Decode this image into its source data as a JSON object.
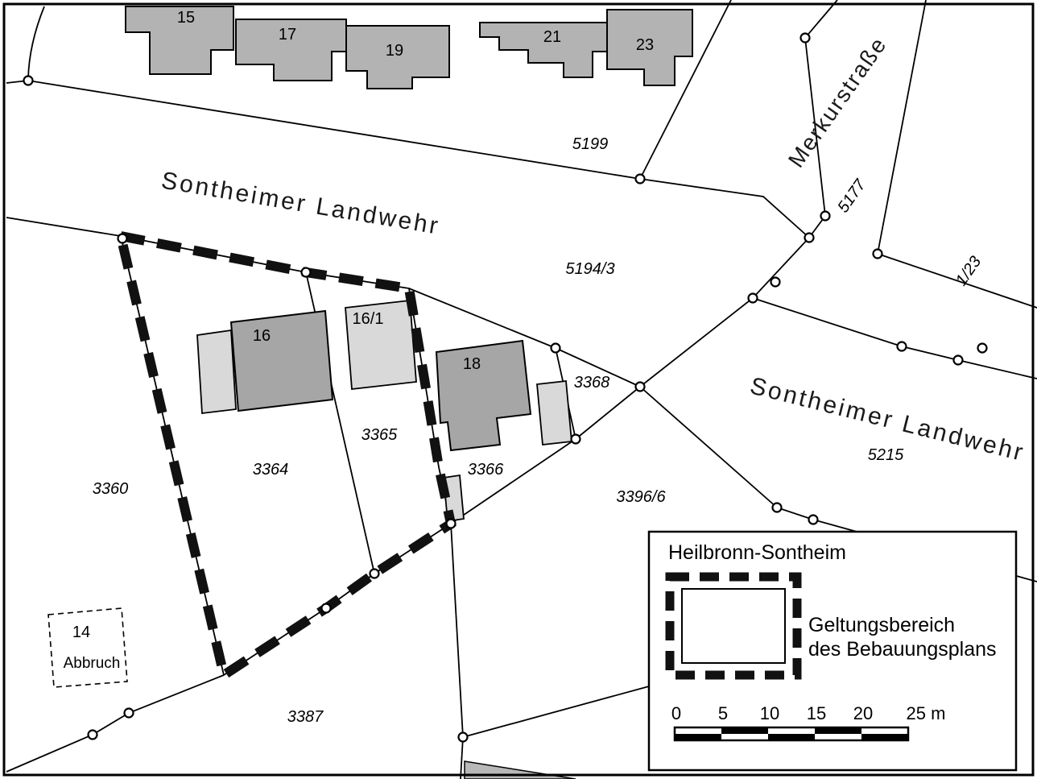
{
  "labels": {
    "streets": [
      {
        "name": "sontheimer-landwehr-west",
        "text": "Sontheimer Landwehr"
      },
      {
        "name": "merkurstrasse",
        "text": "Merkurstraße"
      },
      {
        "name": "sontheimer-landwehr-east",
        "text": "Sontheimer Landwehr"
      }
    ],
    "parcels": [
      "5199",
      "5194/3",
      "5177",
      "1/23",
      "3368",
      "3364",
      "3365",
      "3366",
      "3360",
      "3396/6",
      "5215",
      "3387"
    ],
    "buildings": [
      "15",
      "17",
      "19",
      "21",
      "23",
      "16",
      "16/1",
      "18",
      "14"
    ],
    "abbruch": "Abbruch"
  },
  "legend": {
    "title": "Heilbronn-Sontheim",
    "boundary_label_line1": "Geltungsbereich",
    "boundary_label_line2": "des Bebauungsplans",
    "scale_ticks": [
      "0",
      "5",
      "10",
      "15",
      "20",
      "25 m"
    ]
  },
  "symbols": {
    "survey_marker": "small-circle",
    "plan_boundary": "thick-dashed-line",
    "demolition_outline": "thin-dashed-line"
  },
  "colors": {
    "background": "#ffffff",
    "line": "#000000",
    "building_dark": "#a6a6a6",
    "building_mid": "#b3b3b3",
    "building_light": "#d9d9d9"
  }
}
